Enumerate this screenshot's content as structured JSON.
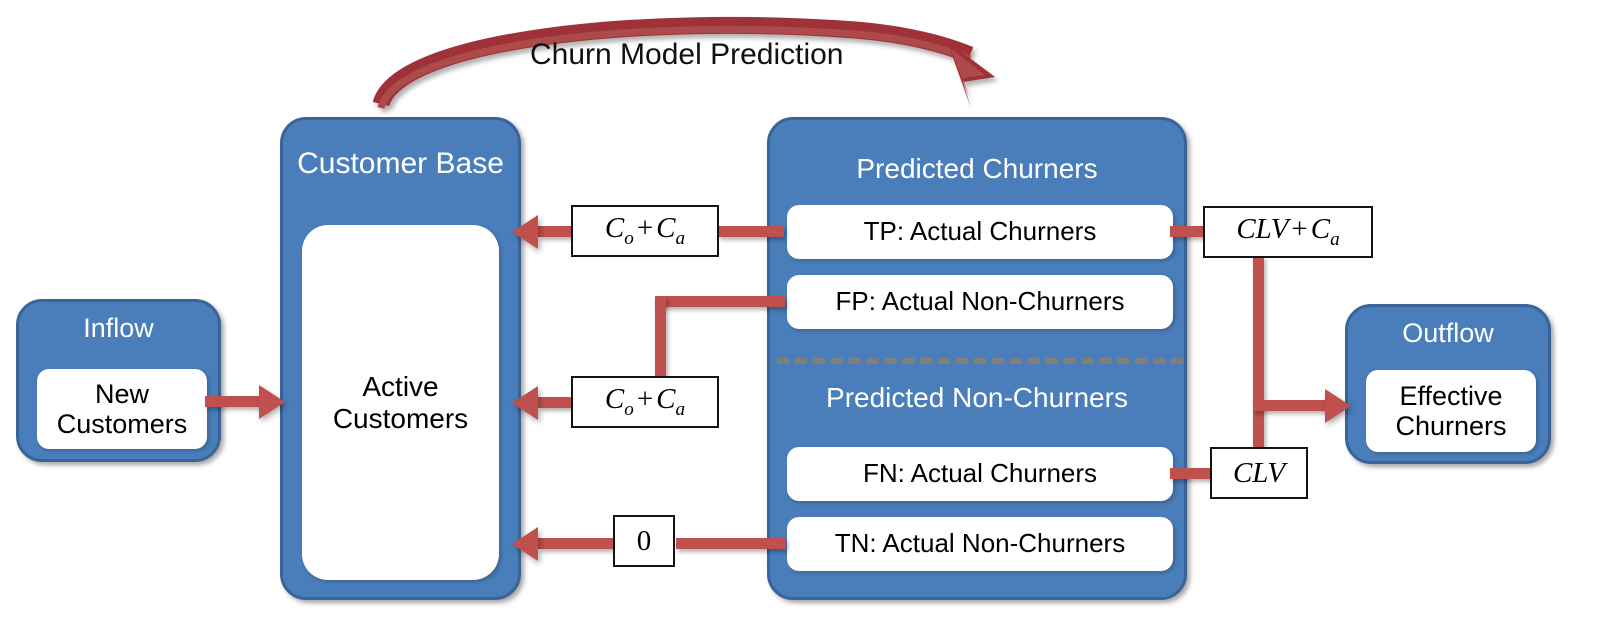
{
  "diagram": {
    "title": "Churn Model Prediction",
    "colors": {
      "container_fill": "#4A7EBB",
      "container_border": "#3A6398",
      "inner_fill": "#FFFFFF",
      "arrow": "#C0504D",
      "arc": "#9E3039",
      "divider": "#7F7F7F",
      "text_on_blue": "#FFFFFF",
      "text_on_white": "#000000"
    },
    "containers": {
      "inflow": {
        "title": "Inflow",
        "item": "New Customers"
      },
      "customer_base": {
        "title": "Customer Base",
        "item": "Active Customers"
      },
      "confusion": {
        "top_title": "Predicted Churners",
        "bottom_title": "Predicted Non-Churners",
        "rows": [
          {
            "key": "TP",
            "label": "TP: Actual Churners"
          },
          {
            "key": "FP",
            "label": "FP: Actual Non-Churners"
          },
          {
            "key": "FN",
            "label": "FN: Actual Churners"
          },
          {
            "key": "TN",
            "label": "TN: Actual Non-Churners"
          }
        ]
      },
      "outflow": {
        "title": "Outflow",
        "item": "Effective Churners"
      }
    },
    "cost_labels": {
      "tp_cost": {
        "parts": [
          "C",
          "o",
          "+",
          "C",
          "a"
        ],
        "plain": "Co + Ca"
      },
      "fp_cost": {
        "parts": [
          "C",
          "o",
          "+",
          "C",
          "a"
        ],
        "plain": "Co + Ca"
      },
      "tp_value": {
        "plain": "CLV + Ca"
      },
      "fn_value": {
        "plain": "CLV"
      },
      "tn_cost": {
        "plain": "0"
      }
    },
    "symbols": {
      "C": "C",
      "sub_o": "o",
      "sub_a": "a",
      "plus": "+",
      "CLV": "CLV",
      "zero": "0"
    }
  }
}
